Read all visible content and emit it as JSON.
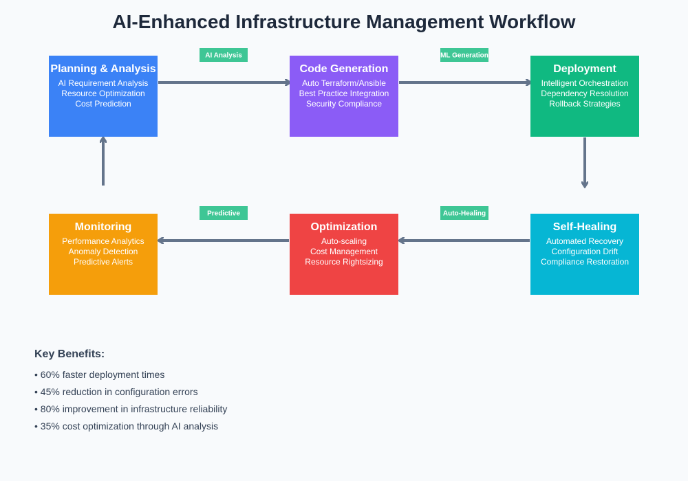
{
  "title": "AI-Enhanced Infrastructure Management Workflow",
  "colors": {
    "arrow": "#64748b",
    "tag": "#3ec695",
    "planning": "#3b82f6",
    "code": "#8b5cf6",
    "deployment": "#10b981",
    "healing": "#06b6d4",
    "optimization": "#ef4444",
    "monitoring": "#f59e0b"
  },
  "nodes": [
    {
      "id": "planning",
      "title": "Planning & Analysis",
      "items": [
        "AI Requirement Analysis",
        "Resource Optimization",
        "Cost Prediction"
      ]
    },
    {
      "id": "code",
      "title": "Code Generation",
      "items": [
        "Auto Terraform/Ansible",
        "Best Practice Integration",
        "Security Compliance"
      ]
    },
    {
      "id": "deployment",
      "title": "Deployment",
      "items": [
        "Intelligent Orchestration",
        "Dependency Resolution",
        "Rollback Strategies"
      ]
    },
    {
      "id": "monitoring",
      "title": "Monitoring",
      "items": [
        "Performance Analytics",
        "Anomaly Detection",
        "Predictive Alerts"
      ]
    },
    {
      "id": "optimization",
      "title": "Optimization",
      "items": [
        "Auto-scaling",
        "Cost Management",
        "Resource Rightsizing"
      ]
    },
    {
      "id": "healing",
      "title": "Self-Healing",
      "items": [
        "Automated Recovery",
        "Configuration Drift",
        "Compliance Restoration"
      ]
    }
  ],
  "tags": [
    "AI Analysis",
    "ML Generation",
    "Predictive",
    "Auto-Healing"
  ],
  "benefits": {
    "title": "Key Benefits:",
    "items": [
      "• 60% faster deployment times",
      "• 45% reduction in configuration errors",
      "• 80% improvement in infrastructure reliability",
      "• 35% cost optimization through AI analysis"
    ]
  }
}
